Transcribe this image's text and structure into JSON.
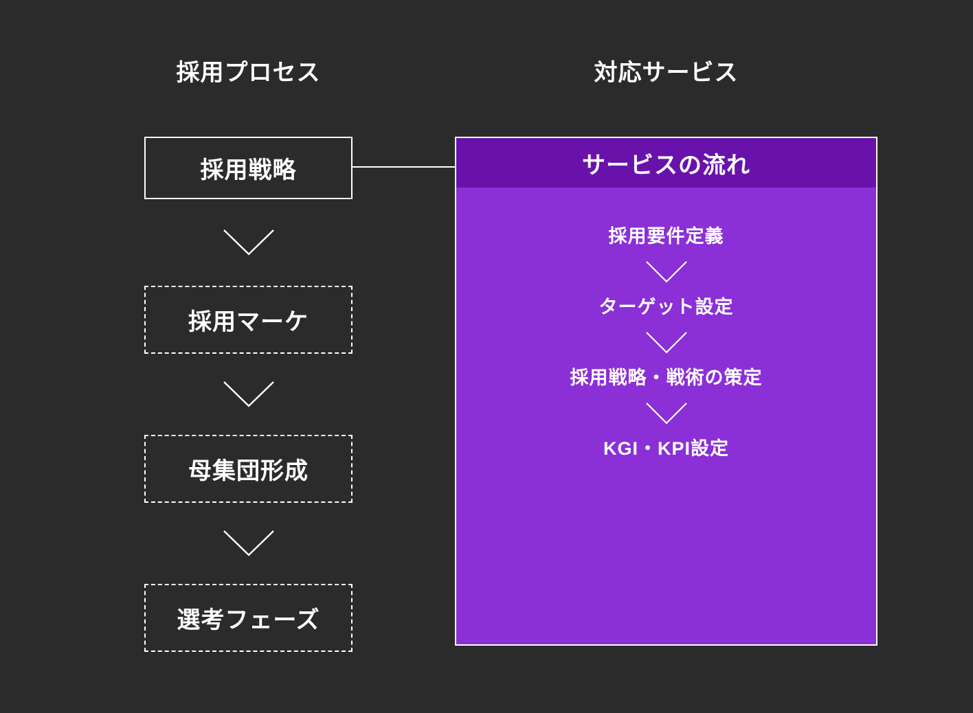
{
  "background_color": "#2b2b2b",
  "accent_colors": {
    "panel_body_purple": "#8b2fd6",
    "panel_header_purple": "#6912ab",
    "line_white": "#ffffff"
  },
  "columns": {
    "left_header": "採用プロセス",
    "right_header": "対応サービス"
  },
  "process": {
    "steps": [
      {
        "label": "採用戦略",
        "border": "solid"
      },
      {
        "label": "採用マーケ",
        "border": "dashed"
      },
      {
        "label": "母集団形成",
        "border": "dashed"
      },
      {
        "label": "選考フェーズ",
        "border": "dashed"
      }
    ],
    "connector_icon": "chevron-down-icon"
  },
  "service_panel": {
    "title": "サービスの流れ",
    "steps": [
      {
        "label": "採用要件定義"
      },
      {
        "label": "ターゲット設定"
      },
      {
        "label": "採用戦略・戦術の策定"
      },
      {
        "label": "KGI・KPI設定"
      }
    ],
    "connector_icon": "chevron-down-icon"
  }
}
